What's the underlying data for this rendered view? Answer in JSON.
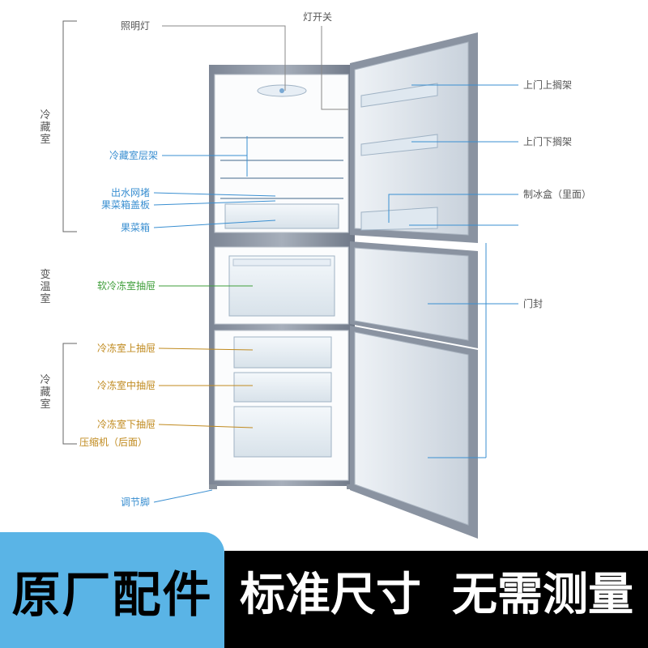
{
  "colors": {
    "callout_gray": "#555555",
    "callout_blue": "#3a8fd1",
    "callout_green": "#3f9e3a",
    "callout_gold": "#c08a1e",
    "banner_blue": "#5ab4e6",
    "banner_black": "#000000"
  },
  "labels": {
    "lighting": "照明灯",
    "light_switch": "灯开关",
    "upper_door_shelf": "上门上搁架",
    "lower_door_shelf": "上门下搁架",
    "fridge_shelf": "冷藏室层架",
    "water_outlet_plug": "出水网堵",
    "crisper_cover": "果菜箱盖板",
    "crisper": "果菜箱",
    "ice_box": "制冰盒（里面）",
    "soft_freeze_drawer": "软冷冻室抽屉",
    "door_seal": "门封",
    "freezer_upper": "冷冻室上抽屉",
    "freezer_middle": "冷冻室中抽屉",
    "freezer_lower": "冷冻室下抽屉",
    "compressor": "压缩机（后面）",
    "adjust_foot": "调节脚"
  },
  "sections": {
    "refrigerator": "冷藏室",
    "variable_temp": "变温室",
    "freezer": "冷藏室"
  },
  "banner": {
    "left_text": "原厂配件",
    "middle_text": "标准尺寸",
    "right_text": "无需测量"
  }
}
